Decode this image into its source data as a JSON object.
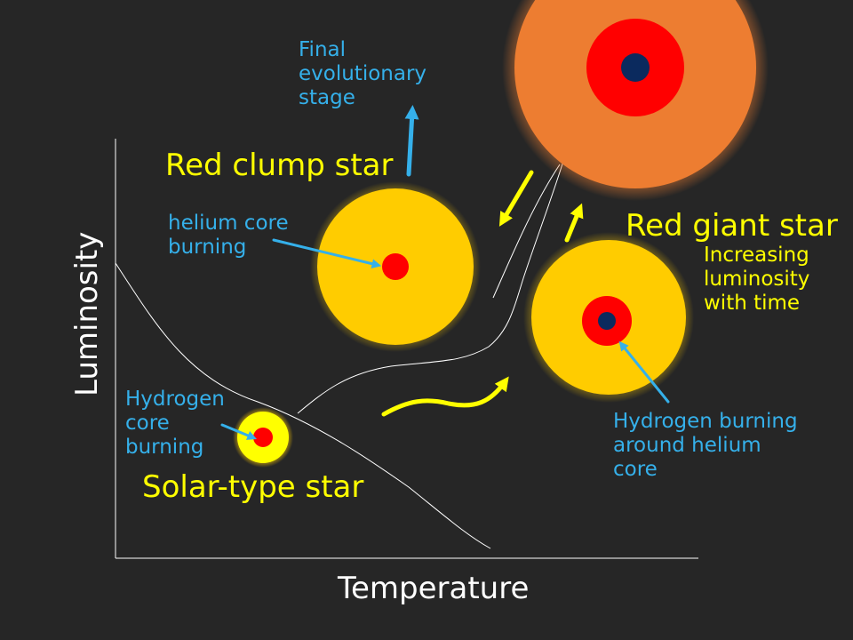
{
  "axes": {
    "x_label": "Temperature",
    "y_label": "Luminosity"
  },
  "stars": {
    "solar": {
      "name": "Solar-type star",
      "annotation": "Hydrogen\ncore\nburning"
    },
    "red_clump": {
      "name": "Red clump star",
      "annotation": "helium core\nburning"
    },
    "red_giant": {
      "name": "Red giant star",
      "note": "Increasing\nluminosity\nwith time",
      "annotation": "Hydrogen burning\naround helium\ncore"
    },
    "final": {
      "annotation": "Final\nevolutionary\nstage"
    }
  },
  "colors": {
    "background": "#262626",
    "label_blue": "#35b0ea",
    "label_yellow": "#ffff00",
    "star_yellow": "#ffcc00",
    "core_red": "#ff0000",
    "helium_core": "#0b2a5e",
    "giant_orange": "#ed7d31"
  }
}
